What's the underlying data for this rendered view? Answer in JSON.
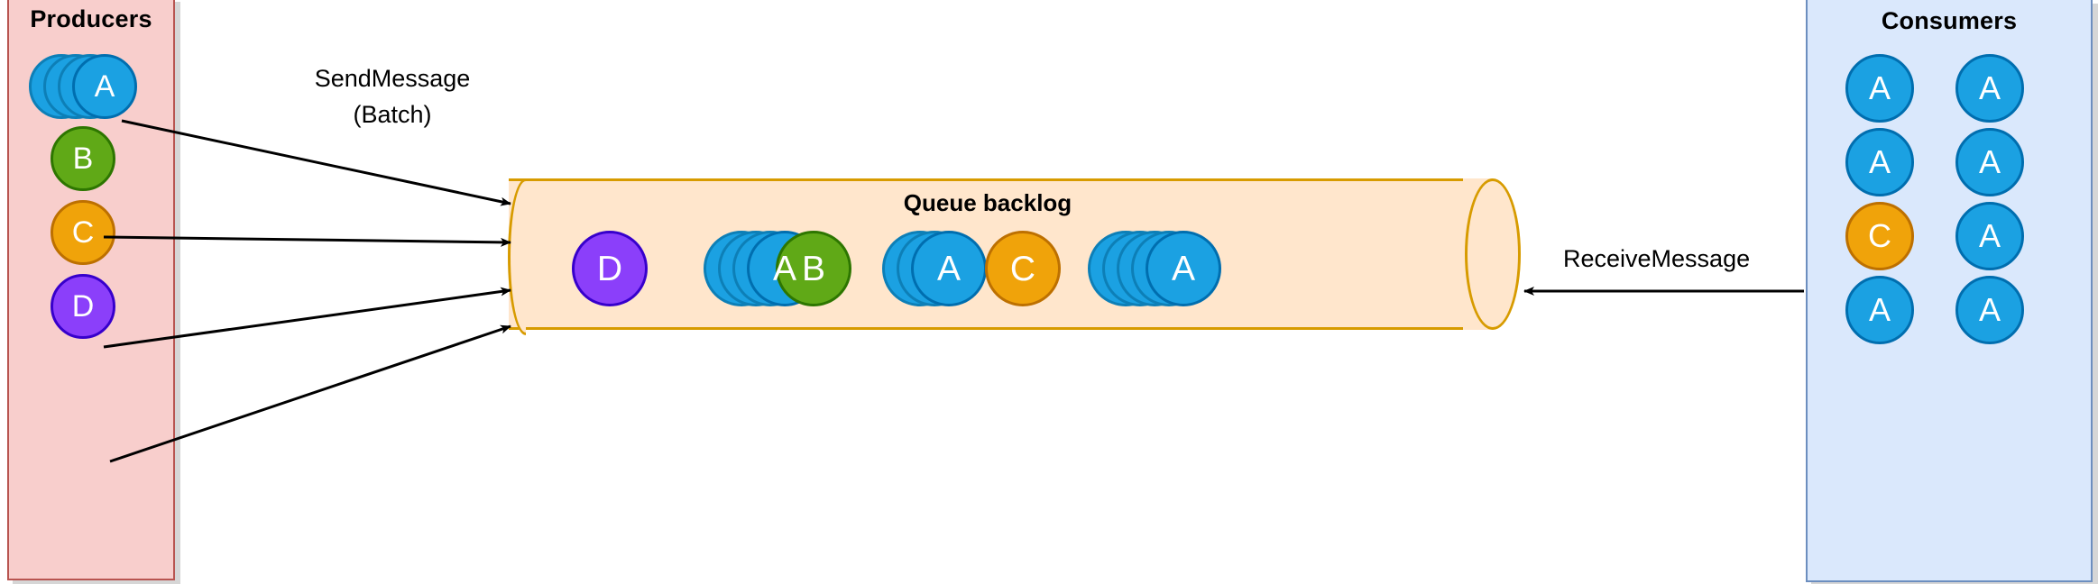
{
  "producers": {
    "title": "Producers",
    "items": [
      {
        "label": "A",
        "color": "blue",
        "stack": 4
      },
      {
        "label": "B",
        "color": "green",
        "stack": 1
      },
      {
        "label": "C",
        "color": "orange",
        "stack": 1
      },
      {
        "label": "D",
        "color": "purple",
        "stack": 1
      }
    ]
  },
  "queue": {
    "title": "Queue backlog",
    "items": [
      {
        "label": "D",
        "color": "purple",
        "stack": 1
      },
      {
        "label": "A",
        "color": "blue",
        "stack": 4
      },
      {
        "label": "B",
        "color": "green",
        "stack": 1
      },
      {
        "label": "A",
        "color": "blue",
        "stack": 3
      },
      {
        "label": "C",
        "color": "orange",
        "stack": 1
      },
      {
        "label": "A",
        "color": "blue",
        "stack": 5
      }
    ]
  },
  "consumers": {
    "title": "Consumers",
    "items": [
      {
        "label": "A",
        "color": "blue"
      },
      {
        "label": "A",
        "color": "blue"
      },
      {
        "label": "A",
        "color": "blue"
      },
      {
        "label": "A",
        "color": "blue"
      },
      {
        "label": "C",
        "color": "orange"
      },
      {
        "label": "A",
        "color": "blue"
      },
      {
        "label": "A",
        "color": "blue"
      },
      {
        "label": "A",
        "color": "blue"
      }
    ]
  },
  "edges": {
    "send_line1": "SendMessage",
    "send_line2": "(Batch)",
    "receive": "ReceiveMessage"
  },
  "colors": {
    "blue": "#1ba1e2",
    "blue_border": "#006eaf",
    "green": "#60a917",
    "green_border": "#2d7600",
    "orange": "#f0a30a",
    "orange_border": "#bd7000",
    "purple": "#8b3ffa",
    "purple_border": "#3700cc",
    "producers_bg": "#f8cecc",
    "producers_border": "#b85450",
    "consumers_bg": "#dae8fc",
    "consumers_border": "#6c8ebf",
    "queue_bg": "#ffe6cc",
    "queue_border": "#d79b00",
    "arrow": "#000000"
  }
}
